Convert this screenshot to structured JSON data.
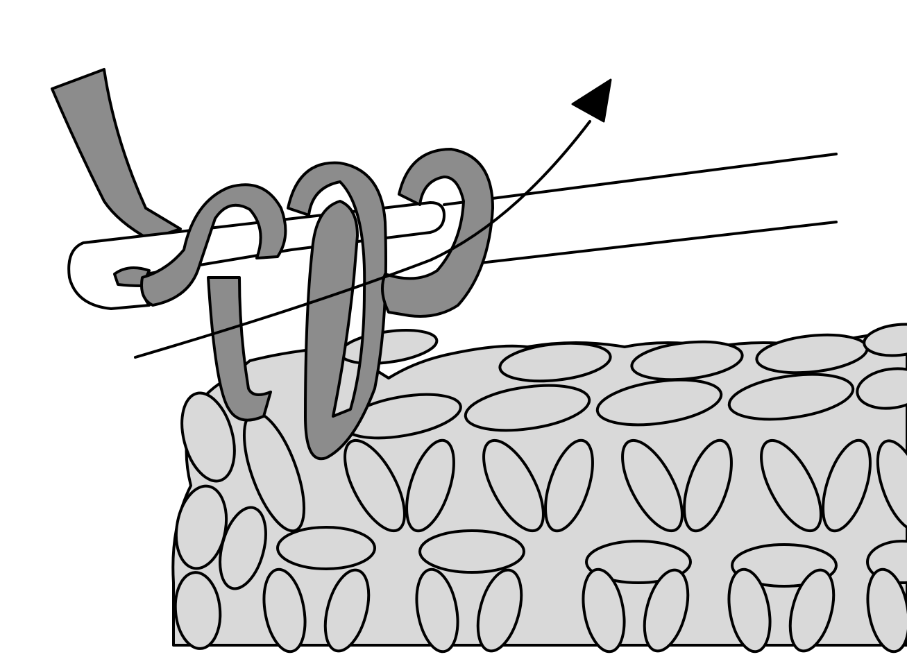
{
  "figure": {
    "colors": {
      "background": "#ffffff",
      "outline": "#000000",
      "fabric": "#d9d9d9",
      "yarn_loops": "#8c8c8c",
      "hook_shaft": "#8c8c8c",
      "hook_tip": "#ffffff"
    },
    "elements": [
      "crochet-hook",
      "yarn-loops-on-hook",
      "working-yarn",
      "direction-arrow",
      "crocheted-fabric"
    ]
  }
}
